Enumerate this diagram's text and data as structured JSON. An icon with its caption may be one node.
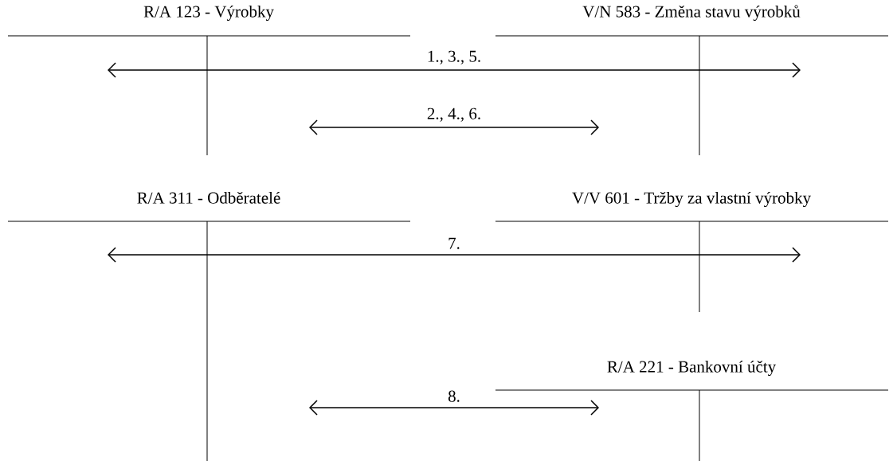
{
  "diagram": {
    "nodes": [
      {
        "text": [
          "R/A 123 - Výrobky"
        ]
      },
      {
        "text": [
          "V/N 583 - Změna stavu výrobků"
        ]
      },
      {
        "text": [
          "R/A 311 - Odběratelé"
        ]
      },
      {
        "text": [
          "V/V 601 - Tržby za vlastní výrobky"
        ]
      },
      {
        "text": [
          "R/A 221 - Bankovní účty"
        ]
      }
    ],
    "edges": [
      {
        "from": 0,
        "to": 1,
        "arrow": "both",
        "label": "1., 3., 5."
      },
      {
        "from": 0,
        "to": 1,
        "arrow": "both",
        "label": "2., 4., 6."
      },
      {
        "from": 2,
        "to": 3,
        "arrow": "both",
        "label": "7."
      },
      {
        "from": 2,
        "to": 4,
        "arrow": "both",
        "label": "8."
      }
    ]
  }
}
